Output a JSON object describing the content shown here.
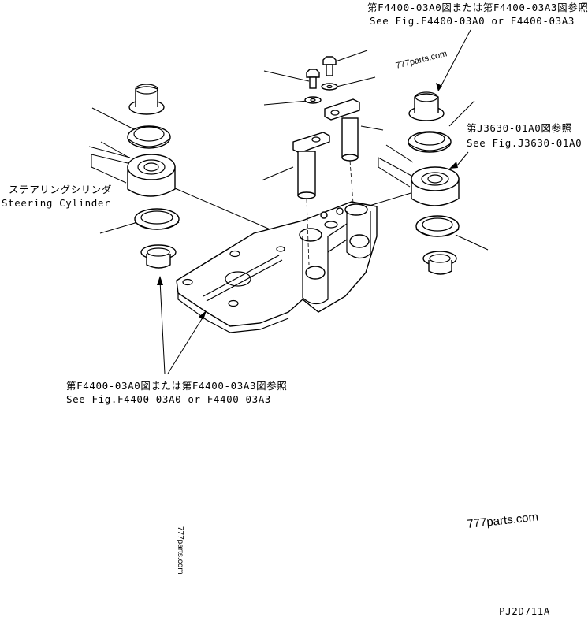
{
  "annotations": {
    "top_right_ref_jp": "第F4400-03A0図または第F4400-03A3図参照",
    "top_right_ref_en": "See Fig.F4400-03A0 or F4400-03A3",
    "right_ref_jp": "第J3630-01A0図参照",
    "right_ref_en": "See Fig.J3630-01A0",
    "left_label_jp": "ステアリングシリンダ",
    "left_label_en": "Steering Cylinder",
    "bottom_ref_jp": "第F4400-03A0図または第F4400-03A3図参照",
    "bottom_ref_en": "See Fig.F4400-03A0 or F4400-03A3"
  },
  "watermarks": {
    "top": "777parts.com",
    "right": "777parts.com",
    "left_vertical": "777parts.com"
  },
  "drawing_code": "PJ2D711A"
}
